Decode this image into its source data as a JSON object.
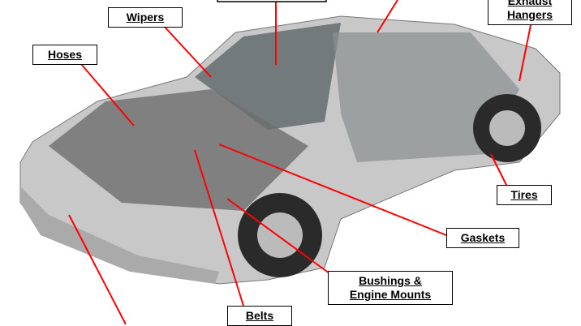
{
  "labels": {
    "wipers": "Wipers",
    "hoses": "Hoses",
    "exhaust_line1": "Exhaust",
    "exhaust_line2": "Hangers",
    "tires": "Tires",
    "gaskets": "Gaskets",
    "bushings_line1": "Bushings &",
    "bushings_line2": "Engine Mounts",
    "belts": "Belts"
  },
  "colors": {
    "leader_line": "#ff0000",
    "car_body": "#c8c8c8"
  }
}
